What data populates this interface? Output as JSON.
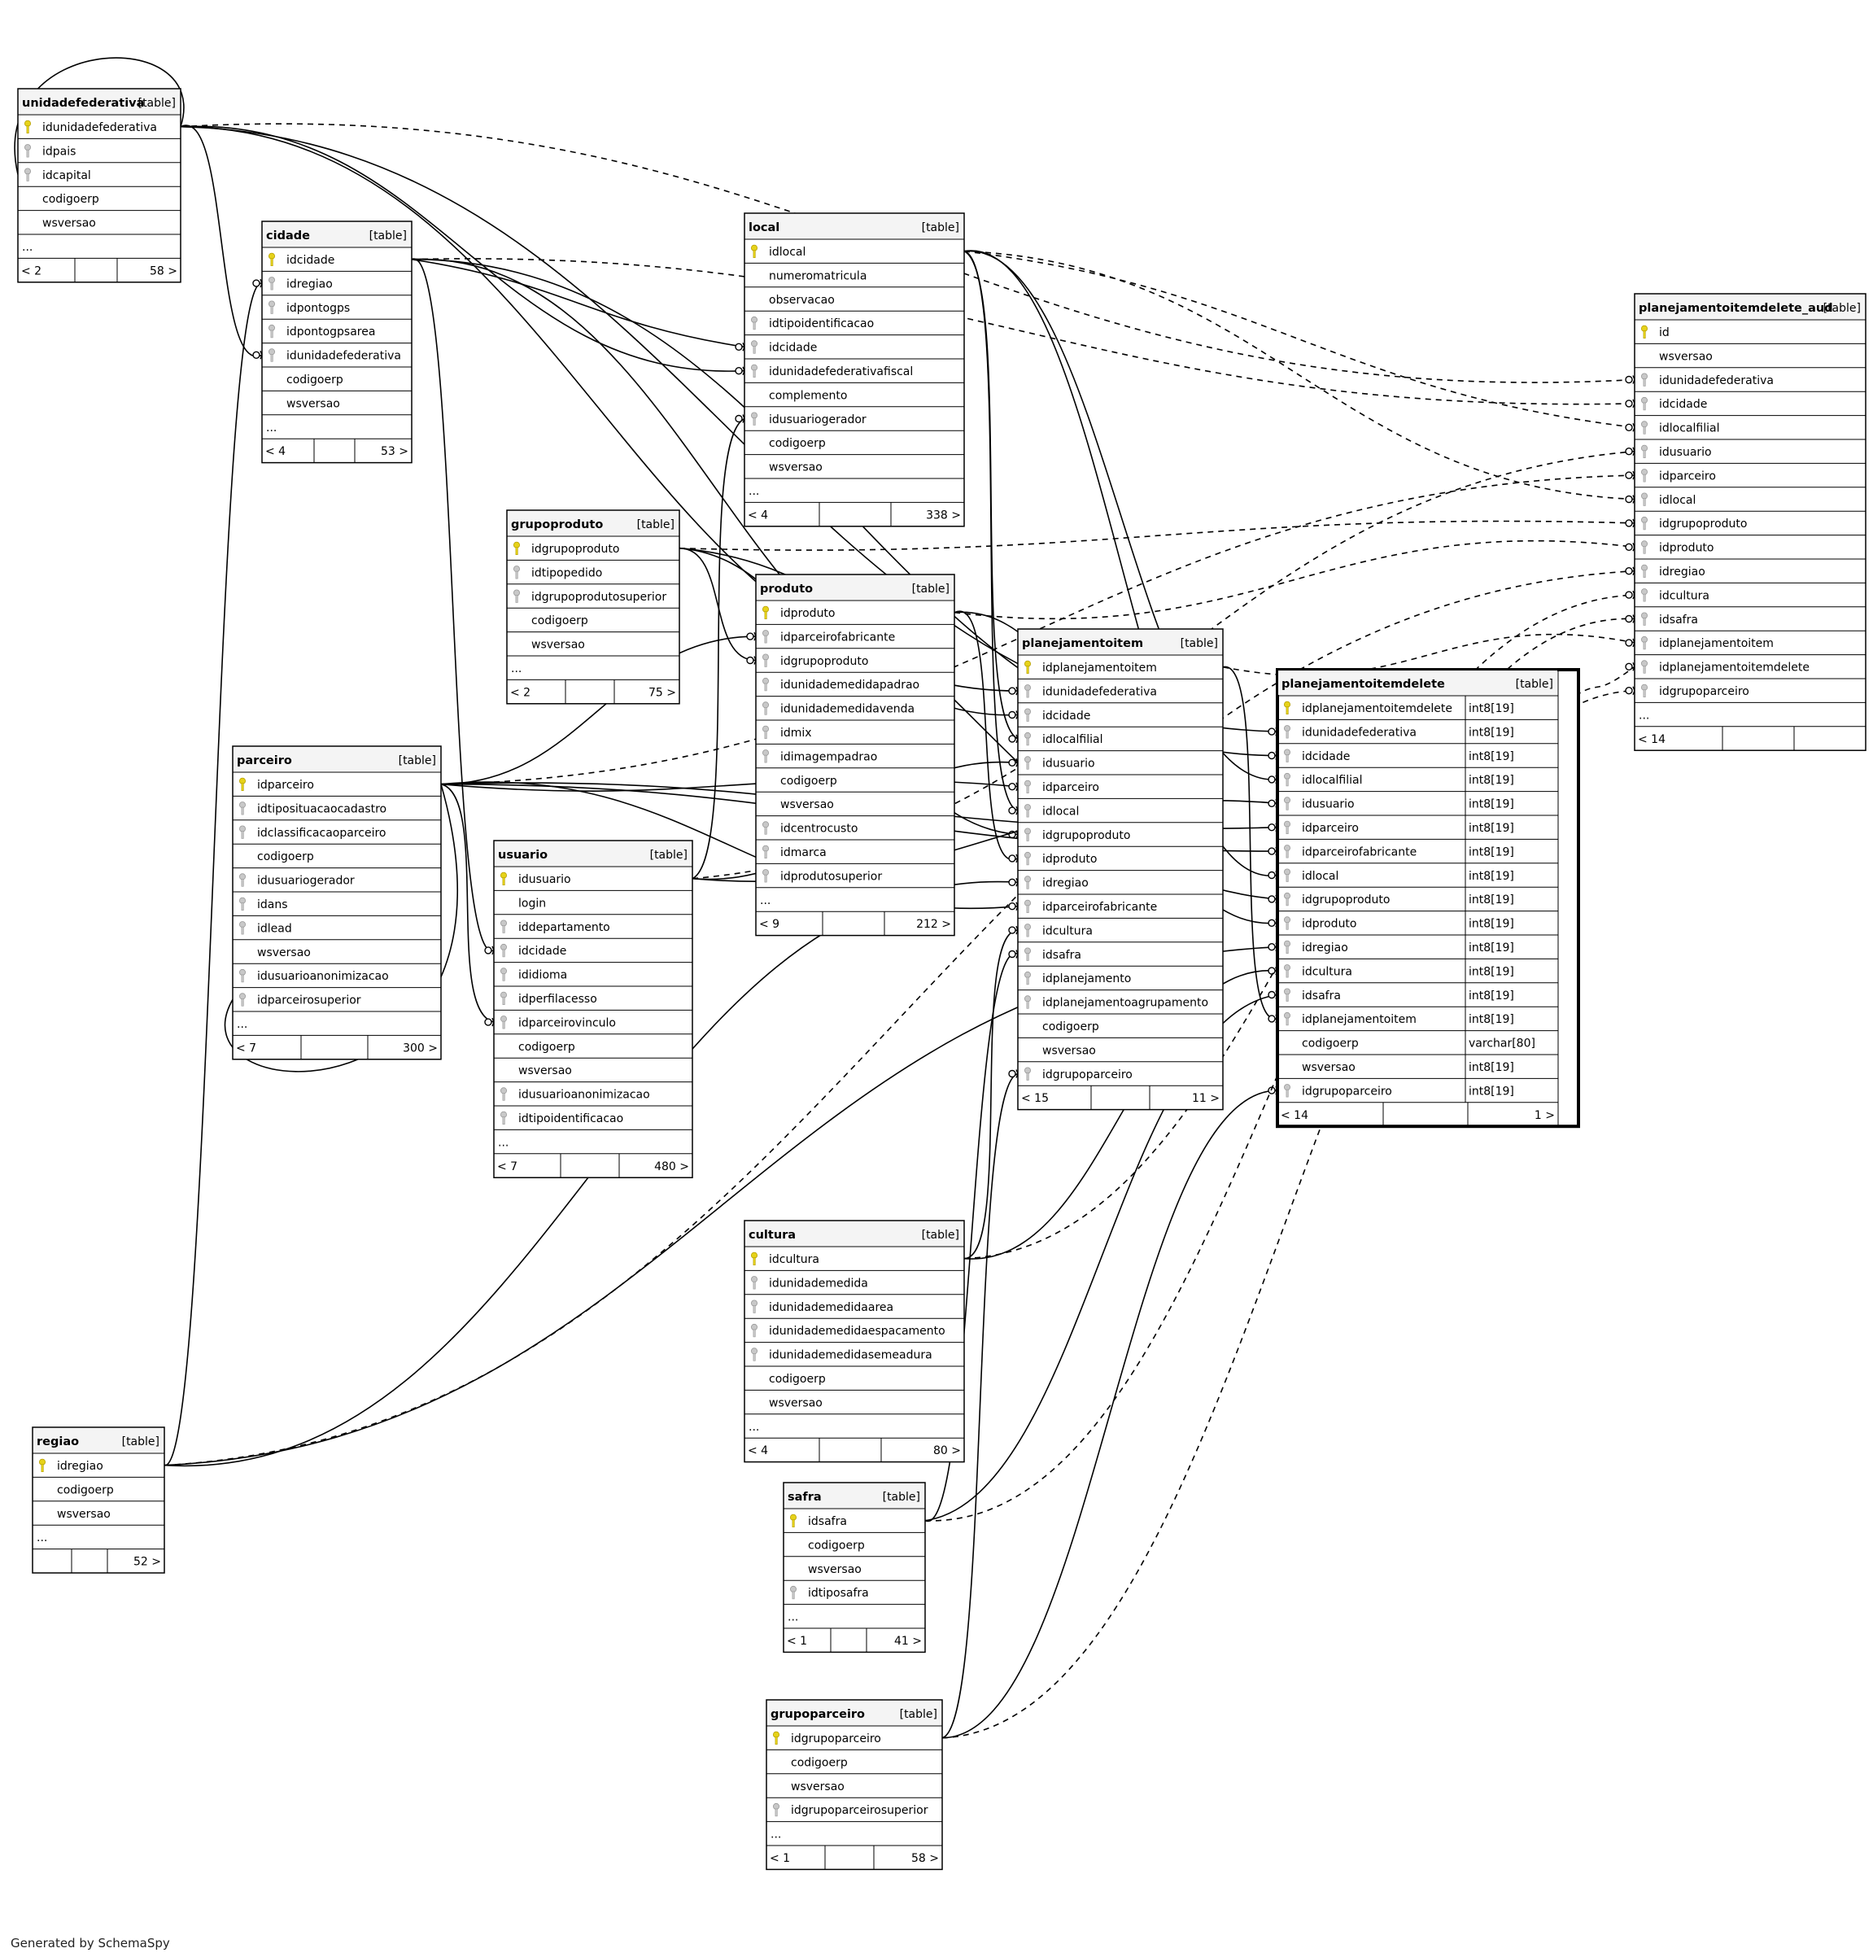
{
  "footer": "Generated by SchemaSpy",
  "tables": [
    {
      "name": "unidadefederativa",
      "tag": "[table]",
      "focus": false,
      "columns": [
        {
          "name": "idunidadefederativa",
          "key": "pk"
        },
        {
          "name": "idpais",
          "key": "fk"
        },
        {
          "name": "idcapital",
          "key": "fk"
        },
        {
          "name": "codigoerp",
          "key": ""
        },
        {
          "name": "wsversao",
          "key": ""
        },
        {
          "name": "...",
          "key": ""
        }
      ],
      "footer": {
        "left": "< 2",
        "mid": "",
        "right": "58 >"
      }
    },
    {
      "name": "cidade",
      "tag": "[table]",
      "focus": false,
      "columns": [
        {
          "name": "idcidade",
          "key": "pk"
        },
        {
          "name": "idregiao",
          "key": "fk"
        },
        {
          "name": "idpontogps",
          "key": "fk"
        },
        {
          "name": "idpontogpsarea",
          "key": "fk"
        },
        {
          "name": "idunidadefederativa",
          "key": "fk"
        },
        {
          "name": "codigoerp",
          "key": ""
        },
        {
          "name": "wsversao",
          "key": ""
        },
        {
          "name": "...",
          "key": ""
        }
      ],
      "footer": {
        "left": "< 4",
        "mid": "",
        "right": "53 >"
      }
    },
    {
      "name": "local",
      "tag": "[table]",
      "focus": false,
      "columns": [
        {
          "name": "idlocal",
          "key": "pk"
        },
        {
          "name": "numeromatricula",
          "key": ""
        },
        {
          "name": "observacao",
          "key": ""
        },
        {
          "name": "idtipoidentificacao",
          "key": "fk"
        },
        {
          "name": "idcidade",
          "key": "fk"
        },
        {
          "name": "idunidadefederativafiscal",
          "key": "fk"
        },
        {
          "name": "complemento",
          "key": ""
        },
        {
          "name": "idusuariogerador",
          "key": "fk"
        },
        {
          "name": "codigoerp",
          "key": ""
        },
        {
          "name": "wsversao",
          "key": ""
        },
        {
          "name": "...",
          "key": ""
        }
      ],
      "footer": {
        "left": "< 4",
        "mid": "",
        "right": "338 >"
      }
    },
    {
      "name": "grupoproduto",
      "tag": "[table]",
      "focus": false,
      "columns": [
        {
          "name": "idgrupoproduto",
          "key": "pk"
        },
        {
          "name": "idtipopedido",
          "key": "fk"
        },
        {
          "name": "idgrupoprodutosuperior",
          "key": "fk"
        },
        {
          "name": "codigoerp",
          "key": ""
        },
        {
          "name": "wsversao",
          "key": ""
        },
        {
          "name": "...",
          "key": ""
        }
      ],
      "footer": {
        "left": "< 2",
        "mid": "",
        "right": "75 >"
      }
    },
    {
      "name": "produto",
      "tag": "[table]",
      "focus": false,
      "columns": [
        {
          "name": "idproduto",
          "key": "pk"
        },
        {
          "name": "idparceirofabricante",
          "key": "fk"
        },
        {
          "name": "idgrupoproduto",
          "key": "fk"
        },
        {
          "name": "idunidademedidapadrao",
          "key": "fk"
        },
        {
          "name": "idunidademedidavenda",
          "key": "fk"
        },
        {
          "name": "idmix",
          "key": "fk"
        },
        {
          "name": "idimagempadrao",
          "key": "fk"
        },
        {
          "name": "codigoerp",
          "key": ""
        },
        {
          "name": "wsversao",
          "key": ""
        },
        {
          "name": "idcentrocusto",
          "key": "fk"
        },
        {
          "name": "idmarca",
          "key": "fk"
        },
        {
          "name": "idprodutosuperior",
          "key": "fk"
        },
        {
          "name": "...",
          "key": ""
        }
      ],
      "footer": {
        "left": "< 9",
        "mid": "",
        "right": "212 >"
      }
    },
    {
      "name": "parceiro",
      "tag": "[table]",
      "focus": false,
      "columns": [
        {
          "name": "idparceiro",
          "key": "pk"
        },
        {
          "name": "idtiposituacaocadastro",
          "key": "fk"
        },
        {
          "name": "idclassificacaoparceiro",
          "key": "fk"
        },
        {
          "name": "codigoerp",
          "key": ""
        },
        {
          "name": "idusuariogerador",
          "key": "fk"
        },
        {
          "name": "idans",
          "key": "fk"
        },
        {
          "name": "idlead",
          "key": "fk"
        },
        {
          "name": "wsversao",
          "key": ""
        },
        {
          "name": "idusuarioanonimizacao",
          "key": "fk"
        },
        {
          "name": "idparceirosuperior",
          "key": "fk"
        },
        {
          "name": "...",
          "key": ""
        }
      ],
      "footer": {
        "left": "< 7",
        "mid": "",
        "right": "300 >"
      }
    },
    {
      "name": "usuario",
      "tag": "[table]",
      "focus": false,
      "columns": [
        {
          "name": "idusuario",
          "key": "pk"
        },
        {
          "name": "login",
          "key": ""
        },
        {
          "name": "iddepartamento",
          "key": "fk"
        },
        {
          "name": "idcidade",
          "key": "fk"
        },
        {
          "name": "ididioma",
          "key": "fk"
        },
        {
          "name": "idperfilacesso",
          "key": "fk"
        },
        {
          "name": "idparceirovinculo",
          "key": "fk"
        },
        {
          "name": "codigoerp",
          "key": ""
        },
        {
          "name": "wsversao",
          "key": ""
        },
        {
          "name": "idusuarioanonimizacao",
          "key": "fk"
        },
        {
          "name": "idtipoidentificacao",
          "key": "fk"
        },
        {
          "name": "...",
          "key": ""
        }
      ],
      "footer": {
        "left": "< 7",
        "mid": "",
        "right": "480 >"
      }
    },
    {
      "name": "planejamentoitem",
      "tag": "[table]",
      "focus": false,
      "columns": [
        {
          "name": "idplanejamentoitem",
          "key": "pk"
        },
        {
          "name": "idunidadefederativa",
          "key": "fk"
        },
        {
          "name": "idcidade",
          "key": "fk"
        },
        {
          "name": "idlocalfilial",
          "key": "fk"
        },
        {
          "name": "idusuario",
          "key": "fk"
        },
        {
          "name": "idparceiro",
          "key": "fk"
        },
        {
          "name": "idlocal",
          "key": "fk"
        },
        {
          "name": "idgrupoproduto",
          "key": "fk"
        },
        {
          "name": "idproduto",
          "key": "fk"
        },
        {
          "name": "idregiao",
          "key": "fk"
        },
        {
          "name": "idparceirofabricante",
          "key": "fk"
        },
        {
          "name": "idcultura",
          "key": "fk"
        },
        {
          "name": "idsafra",
          "key": "fk"
        },
        {
          "name": "idplanejamento",
          "key": "fk"
        },
        {
          "name": "idplanejamentoagrupamento",
          "key": "fk"
        },
        {
          "name": "codigoerp",
          "key": ""
        },
        {
          "name": "wsversao",
          "key": ""
        },
        {
          "name": "idgrupoparceiro",
          "key": "fk"
        }
      ],
      "footer": {
        "left": "< 15",
        "mid": "",
        "right": "11 >"
      }
    },
    {
      "name": "planejamentoitemdelete",
      "tag": "[table]",
      "focus": true,
      "columns": [
        {
          "name": "idplanejamentoitemdelete",
          "key": "pk",
          "type": "int8[19]"
        },
        {
          "name": "idunidadefederativa",
          "key": "fk",
          "type": "int8[19]"
        },
        {
          "name": "idcidade",
          "key": "fk",
          "type": "int8[19]"
        },
        {
          "name": "idlocalfilial",
          "key": "fk",
          "type": "int8[19]"
        },
        {
          "name": "idusuario",
          "key": "fk",
          "type": "int8[19]"
        },
        {
          "name": "idparceiro",
          "key": "fk",
          "type": "int8[19]"
        },
        {
          "name": "idparceirofabricante",
          "key": "fk",
          "type": "int8[19]"
        },
        {
          "name": "idlocal",
          "key": "fk",
          "type": "int8[19]"
        },
        {
          "name": "idgrupoproduto",
          "key": "fk",
          "type": "int8[19]"
        },
        {
          "name": "idproduto",
          "key": "fk",
          "type": "int8[19]"
        },
        {
          "name": "idregiao",
          "key": "fk",
          "type": "int8[19]"
        },
        {
          "name": "idcultura",
          "key": "fk",
          "type": "int8[19]"
        },
        {
          "name": "idsafra",
          "key": "fk",
          "type": "int8[19]"
        },
        {
          "name": "idplanejamentoitem",
          "key": "fk",
          "type": "int8[19]"
        },
        {
          "name": "codigoerp",
          "key": "",
          "type": "varchar[80]"
        },
        {
          "name": "wsversao",
          "key": "",
          "type": "int8[19]"
        },
        {
          "name": "idgrupoparceiro",
          "key": "fk",
          "type": "int8[19]"
        }
      ],
      "footer": {
        "left": "< 14",
        "mid": "",
        "right": "1 >"
      }
    },
    {
      "name": "planejamentoitemdelete_aud",
      "tag": "[table]",
      "focus": false,
      "columns": [
        {
          "name": "id",
          "key": "pk"
        },
        {
          "name": "wsversao",
          "key": ""
        },
        {
          "name": "idunidadefederativa",
          "key": "fk"
        },
        {
          "name": "idcidade",
          "key": "fk"
        },
        {
          "name": "idlocalfilial",
          "key": "fk"
        },
        {
          "name": "idusuario",
          "key": "fk"
        },
        {
          "name": "idparceiro",
          "key": "fk"
        },
        {
          "name": "idlocal",
          "key": "fk"
        },
        {
          "name": "idgrupoproduto",
          "key": "fk"
        },
        {
          "name": "idproduto",
          "key": "fk"
        },
        {
          "name": "idregiao",
          "key": "fk"
        },
        {
          "name": "idcultura",
          "key": "fk"
        },
        {
          "name": "idsafra",
          "key": "fk"
        },
        {
          "name": "idplanejamentoitem",
          "key": "fk"
        },
        {
          "name": "idplanejamentoitemdelete",
          "key": "fk"
        },
        {
          "name": "idgrupoparceiro",
          "key": "fk"
        },
        {
          "name": "...",
          "key": ""
        }
      ],
      "footer": {
        "left": "< 14",
        "mid": "",
        "right": ""
      }
    },
    {
      "name": "cultura",
      "tag": "[table]",
      "focus": false,
      "columns": [
        {
          "name": "idcultura",
          "key": "pk"
        },
        {
          "name": "idunidademedida",
          "key": "fk"
        },
        {
          "name": "idunidademedidaarea",
          "key": "fk"
        },
        {
          "name": "idunidademedidaespacamento",
          "key": "fk"
        },
        {
          "name": "idunidademedidasemeadura",
          "key": "fk"
        },
        {
          "name": "codigoerp",
          "key": ""
        },
        {
          "name": "wsversao",
          "key": ""
        },
        {
          "name": "...",
          "key": ""
        }
      ],
      "footer": {
        "left": "< 4",
        "mid": "",
        "right": "80 >"
      }
    },
    {
      "name": "safra",
      "tag": "[table]",
      "focus": false,
      "columns": [
        {
          "name": "idsafra",
          "key": "pk"
        },
        {
          "name": "codigoerp",
          "key": ""
        },
        {
          "name": "wsversao",
          "key": ""
        },
        {
          "name": "idtiposafra",
          "key": "fk"
        },
        {
          "name": "...",
          "key": ""
        }
      ],
      "footer": {
        "left": "< 1",
        "mid": "",
        "right": "41 >"
      }
    },
    {
      "name": "grupoparceiro",
      "tag": "[table]",
      "focus": false,
      "columns": [
        {
          "name": "idgrupoparceiro",
          "key": "pk"
        },
        {
          "name": "codigoerp",
          "key": ""
        },
        {
          "name": "wsversao",
          "key": ""
        },
        {
          "name": "idgrupoparceirosuperior",
          "key": "fk"
        },
        {
          "name": "...",
          "key": ""
        }
      ],
      "footer": {
        "left": "< 1",
        "mid": "",
        "right": "58 >"
      }
    },
    {
      "name": "regiao",
      "tag": "[table]",
      "focus": false,
      "columns": [
        {
          "name": "idregiao",
          "key": "pk"
        },
        {
          "name": "codigoerp",
          "key": ""
        },
        {
          "name": "wsversao",
          "key": ""
        },
        {
          "name": "...",
          "key": ""
        }
      ],
      "footer": {
        "left": "",
        "mid": "",
        "right": "52 >"
      }
    }
  ]
}
